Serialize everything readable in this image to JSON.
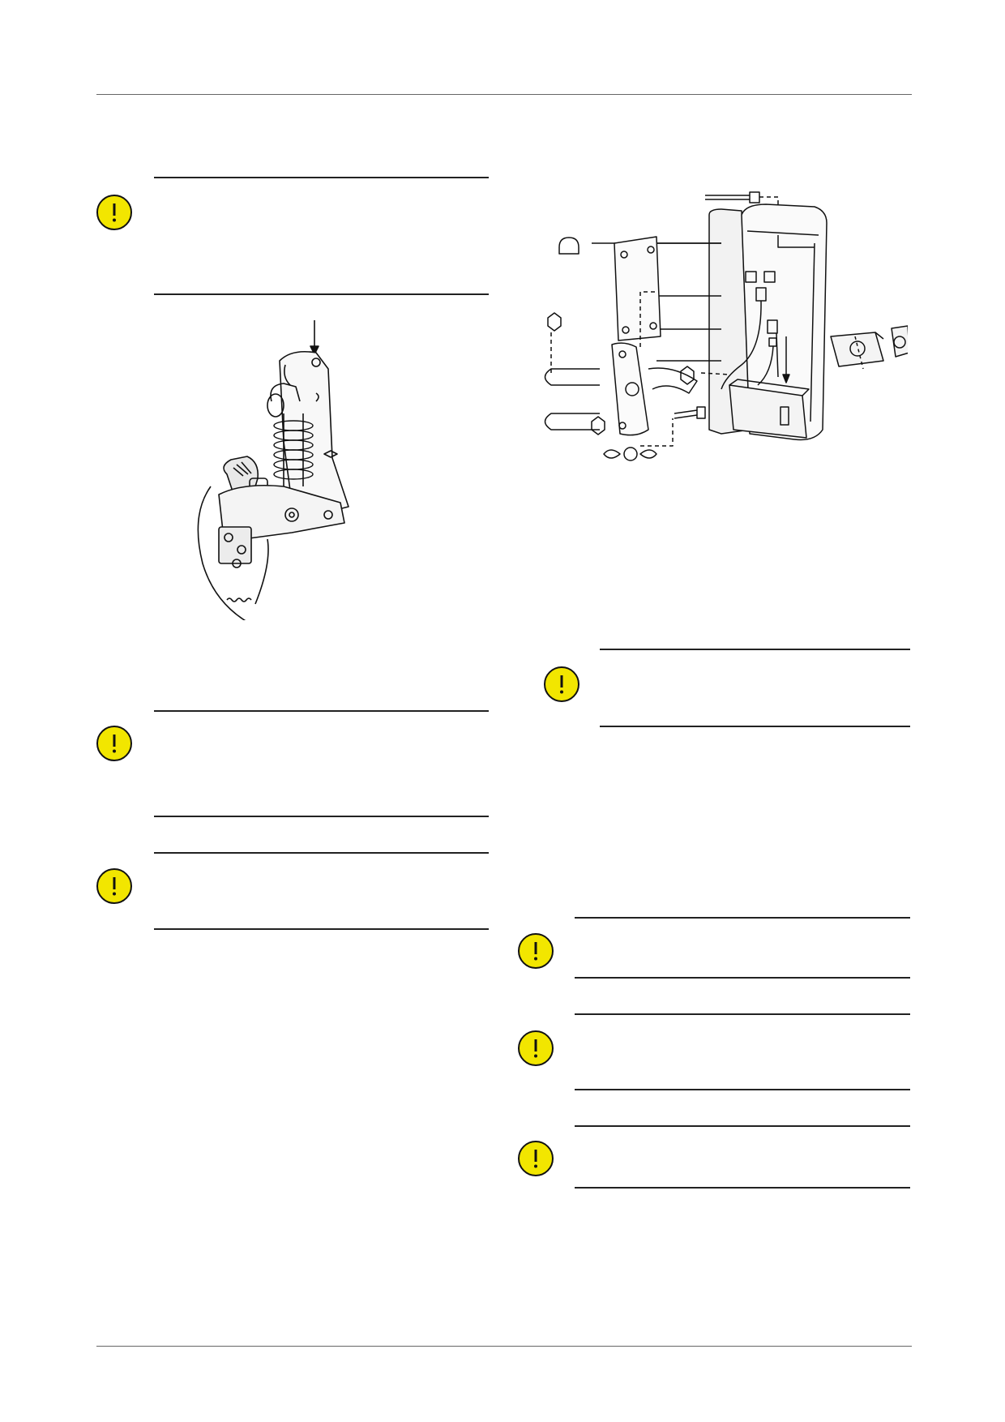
{
  "page": {
    "width": 1240,
    "height": 1754
  },
  "warnings": [
    {
      "id": "left-1",
      "icon": "warning-icon"
    },
    {
      "id": "left-2",
      "icon": "warning-icon"
    },
    {
      "id": "left-3",
      "icon": "warning-icon"
    },
    {
      "id": "right-1",
      "icon": "warning-icon"
    },
    {
      "id": "right-2",
      "icon": "warning-icon"
    },
    {
      "id": "right-3",
      "icon": "warning-icon"
    },
    {
      "id": "right-4",
      "icon": "warning-icon"
    }
  ],
  "colors": {
    "warning_fill": "#f2e600",
    "rule": "#222222",
    "page_rule": "#666666"
  },
  "figures": [
    {
      "id": "caster-fork-illustration",
      "icon": "caster-fork-drawing"
    },
    {
      "id": "exploded-bracket-illustration",
      "icon": "exploded-assembly-drawing"
    }
  ]
}
